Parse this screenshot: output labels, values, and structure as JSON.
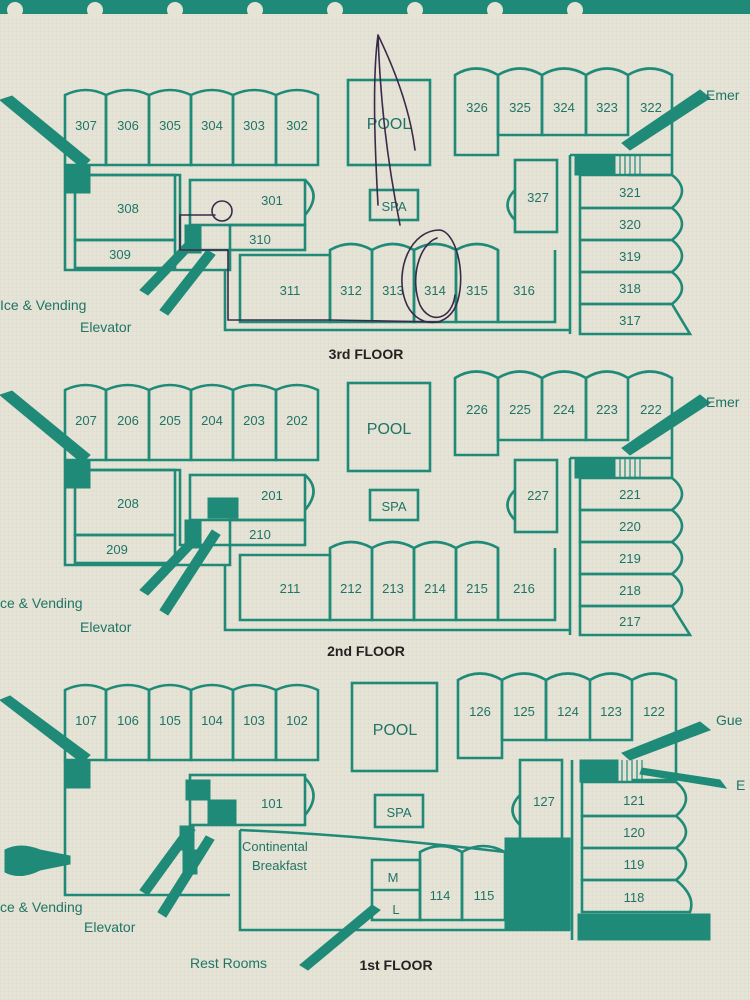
{
  "header_strip": {
    "color": "#1f8a78"
  },
  "floors": [
    {
      "title": "3rd FLOOR",
      "north_row": [
        "307",
        "306",
        "305",
        "304",
        "303",
        "302"
      ],
      "east_row": [
        "326",
        "325",
        "324",
        "323",
        "322"
      ],
      "east_column": [
        "321",
        "320",
        "319",
        "318",
        "317"
      ],
      "south_row": [
        "312",
        "313",
        "314",
        "315",
        "316"
      ],
      "rooms_misc": {
        "r308": "308",
        "r309": "309",
        "r301": "301",
        "r310": "310",
        "r311": "311",
        "r327": "327"
      },
      "pool": "POOL",
      "spa": "SPA",
      "labels": {
        "vending": "Ice & Vending",
        "elevator": "Elevator",
        "emergency": "Emer"
      }
    },
    {
      "title": "2nd FLOOR",
      "north_row": [
        "207",
        "206",
        "205",
        "204",
        "203",
        "202"
      ],
      "east_row": [
        "226",
        "225",
        "224",
        "223",
        "222"
      ],
      "east_column": [
        "221",
        "220",
        "219",
        "218",
        "217"
      ],
      "south_row": [
        "212",
        "213",
        "214",
        "215",
        "216"
      ],
      "rooms_misc": {
        "r208": "208",
        "r209": "209",
        "r201": "201",
        "r210": "210",
        "r211": "211",
        "r227": "227"
      },
      "pool": "POOL",
      "spa": "SPA",
      "labels": {
        "vending": "ce & Vending",
        "elevator": "Elevator",
        "emergency": "Emer"
      }
    },
    {
      "title": "1st FLOOR",
      "north_row": [
        "107",
        "106",
        "105",
        "104",
        "103",
        "102"
      ],
      "east_row": [
        "126",
        "125",
        "124",
        "123",
        "122"
      ],
      "east_column": [
        "121",
        "120",
        "119",
        "118"
      ],
      "south_row": [
        "114",
        "115"
      ],
      "rooms_misc": {
        "r101": "101",
        "r127": "127",
        "m": "M",
        "l": "L"
      },
      "pool": "POOL",
      "spa": "SPA",
      "labels": {
        "vending": "ce & Vending",
        "elevator": "Elevator",
        "breakfast_1": "Continental",
        "breakfast_2": "Breakfast",
        "restrooms": "Rest Rooms",
        "guest": "Gue",
        "emergency": "E"
      }
    }
  ],
  "colors": {
    "ink": "#1f8a78",
    "paper": "#e6e4d6",
    "pen": "#3a2a4a"
  }
}
